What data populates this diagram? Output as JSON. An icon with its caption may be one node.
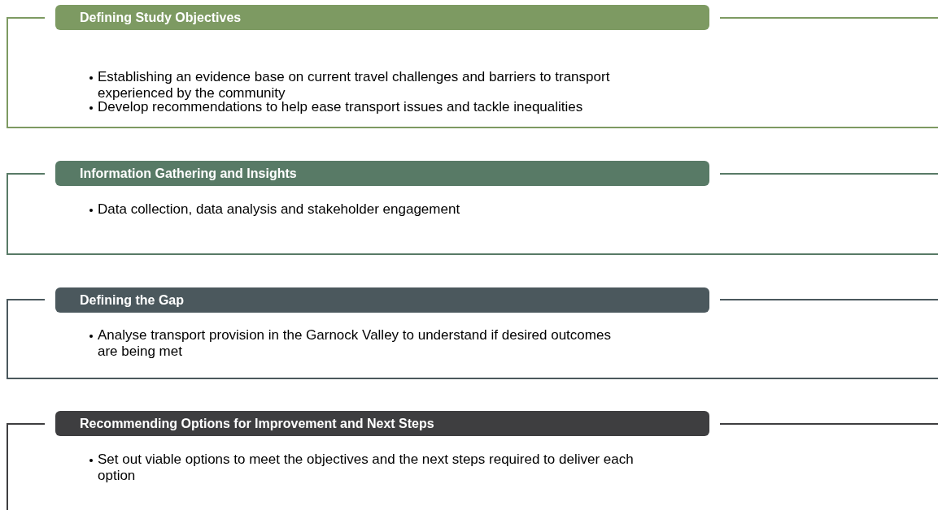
{
  "diagram": {
    "nodes": [
      {
        "text": [
          "Defining Study Objectives"
        ]
      },
      {
        "text": [
          "Establishing an evidence base on current travel challenges and barriers to transport experienced by the community",
          "Develop recommendations to help ease transport issues and tackle inequalities"
        ]
      },
      {
        "text": [
          "Information Gathering and Insights"
        ]
      },
      {
        "text": [
          "Data collection, data analysis and stakeholder engagement"
        ]
      },
      {
        "text": [
          "Defining the Gap"
        ]
      },
      {
        "text": [
          "Analyse transport provision in the Garnock Valley to understand if desired outcomes are being met"
        ]
      },
      {
        "text": [
          "Recommending Options for Improvement and Next Steps"
        ]
      },
      {
        "text": [
          "Set out viable options to meet the objectives and the next steps required to deliver each option"
        ]
      }
    ],
    "edges": []
  }
}
